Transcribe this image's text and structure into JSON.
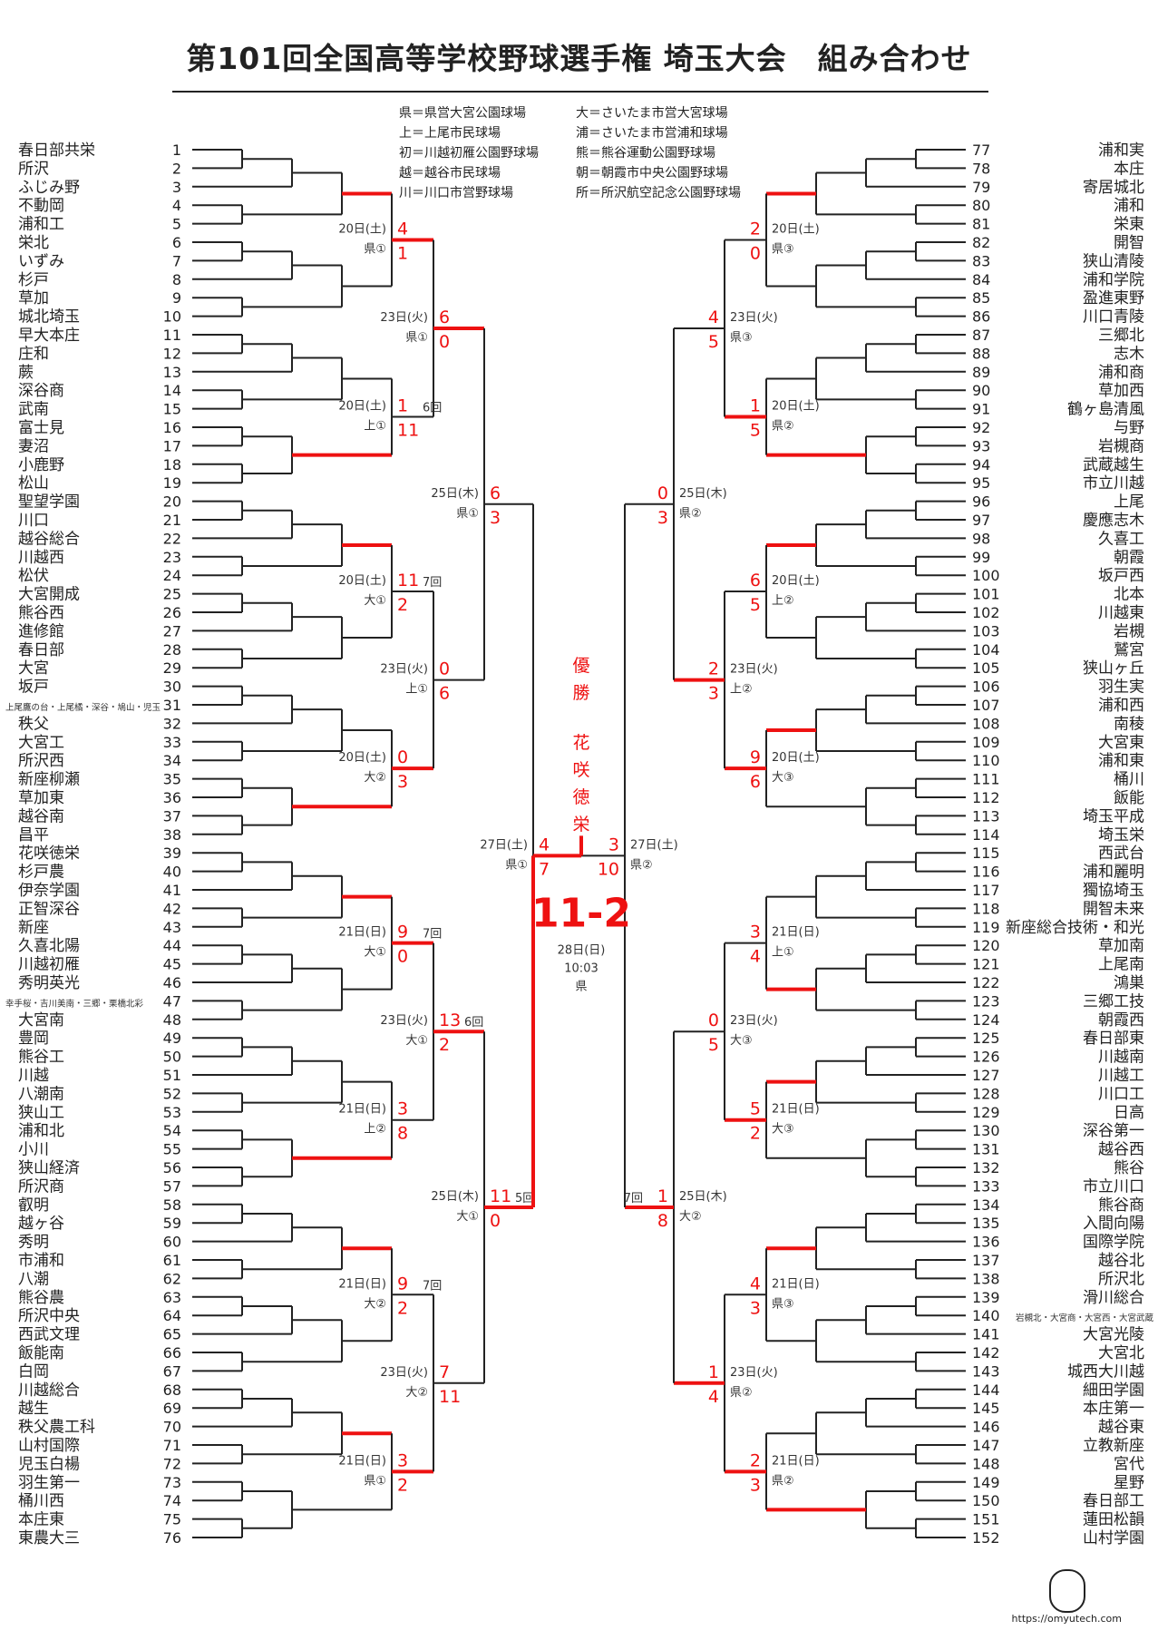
{
  "title": "第101回全国高等学校野球選手権 埼玉大会　組み合わせ",
  "legend": [
    "県＝県営大宮公園球場",
    "大＝さいたま市営大宮球場",
    "上＝上尾市民球場",
    "浦＝さいたま市営浦和球場",
    "初＝川越初雁公園野球場",
    "熊＝熊谷運動公園野球場",
    "越＝越谷市民球場",
    "朝＝朝霞市中央公園野球場",
    "川＝川口市営野球場",
    "所＝所沢航空記念公園野球場"
  ],
  "left": {
    "teams": [
      [
        "1",
        "春日部共栄"
      ],
      [
        "2",
        "所沢"
      ],
      [
        "3",
        "ふじみ野"
      ],
      [
        "4",
        "不動岡"
      ],
      [
        "5",
        "浦和工"
      ],
      [
        "6",
        "栄北"
      ],
      [
        "7",
        "いずみ"
      ],
      [
        "8",
        "杉戸"
      ],
      [
        "9",
        "草加"
      ],
      [
        "10",
        "城北埼玉"
      ],
      [
        "11",
        "早大本庄"
      ],
      [
        "12",
        "庄和"
      ],
      [
        "13",
        "蕨"
      ],
      [
        "14",
        "深谷商"
      ],
      [
        "15",
        "武南"
      ],
      [
        "16",
        "富士見"
      ],
      [
        "17",
        "妻沼"
      ],
      [
        "18",
        "小鹿野"
      ],
      [
        "19",
        "松山"
      ],
      [
        "20",
        "聖望学園"
      ],
      [
        "21",
        "川口"
      ],
      [
        "22",
        "越谷総合"
      ],
      [
        "23",
        "川越西"
      ],
      [
        "24",
        "松伏"
      ],
      [
        "25",
        "大宮開成"
      ],
      [
        "26",
        "熊谷西"
      ],
      [
        "27",
        "進修館"
      ],
      [
        "28",
        "春日部"
      ],
      [
        "29",
        "大宮"
      ],
      [
        "30",
        "坂戸"
      ],
      [
        "31",
        "上尾鷹の台・上尾橘・深谷・鳩山・児玉"
      ],
      [
        "32",
        "秩父"
      ],
      [
        "33",
        "大宮工"
      ],
      [
        "34",
        "所沢西"
      ],
      [
        "35",
        "新座柳瀬"
      ],
      [
        "36",
        "草加東"
      ],
      [
        "37",
        "越谷南"
      ],
      [
        "38",
        "昌平"
      ],
      [
        "39",
        "花咲徳栄"
      ],
      [
        "40",
        "杉戸農"
      ],
      [
        "41",
        "伊奈学園"
      ],
      [
        "42",
        "正智深谷"
      ],
      [
        "43",
        "新座"
      ],
      [
        "44",
        "久喜北陽"
      ],
      [
        "45",
        "川越初雁"
      ],
      [
        "46",
        "秀明英光"
      ],
      [
        "47",
        "幸手桜・吉川美南・三郷・栗橋北彩"
      ],
      [
        "48",
        "大宮南"
      ],
      [
        "49",
        "豊岡"
      ],
      [
        "50",
        "熊谷工"
      ],
      [
        "51",
        "川越"
      ],
      [
        "52",
        "八潮南"
      ],
      [
        "53",
        "狭山工"
      ],
      [
        "54",
        "浦和北"
      ],
      [
        "55",
        "小川"
      ],
      [
        "56",
        "狭山経済"
      ],
      [
        "57",
        "所沢商"
      ],
      [
        "58",
        "叡明"
      ],
      [
        "59",
        "越ヶ谷"
      ],
      [
        "60",
        "秀明"
      ],
      [
        "61",
        "市浦和"
      ],
      [
        "62",
        "八潮"
      ],
      [
        "63",
        "熊谷農"
      ],
      [
        "64",
        "所沢中央"
      ],
      [
        "65",
        "西武文理"
      ],
      [
        "66",
        "飯能南"
      ],
      [
        "67",
        "白岡"
      ],
      [
        "68",
        "川越総合"
      ],
      [
        "69",
        "越生"
      ],
      [
        "70",
        "秩父農工科"
      ],
      [
        "71",
        "山村国際"
      ],
      [
        "72",
        "児玉白楊"
      ],
      [
        "73",
        "羽生第一"
      ],
      [
        "74",
        "桶川西"
      ],
      [
        "75",
        "本庄東"
      ],
      [
        "76",
        "東農大三"
      ]
    ],
    "r4": [
      {
        "date": "20日(土)",
        "venue": "県①",
        "scores": [
          4,
          1
        ],
        "note": ""
      },
      {
        "date": "20日(土)",
        "venue": "上①",
        "scores": [
          1,
          11
        ],
        "note": "6回"
      },
      {
        "date": "20日(土)",
        "venue": "大①",
        "scores": [
          11,
          2
        ],
        "note": "7回"
      },
      {
        "date": "20日(土)",
        "venue": "大②",
        "scores": [
          0,
          3
        ],
        "note": ""
      },
      {
        "date": "21日(日)",
        "venue": "大①",
        "scores": [
          9,
          0
        ],
        "note": "7回"
      },
      {
        "date": "21日(日)",
        "venue": "上②",
        "scores": [
          3,
          8
        ],
        "note": ""
      },
      {
        "date": "21日(日)",
        "venue": "大②",
        "scores": [
          9,
          2
        ],
        "note": "7回"
      },
      {
        "date": "21日(日)",
        "venue": "県①",
        "scores": [
          3,
          2
        ],
        "note": ""
      }
    ],
    "r5": [
      {
        "date": "23日(火)",
        "venue": "県①",
        "scores": [
          6,
          0
        ],
        "note": ""
      },
      {
        "date": "23日(火)",
        "venue": "上①",
        "scores": [
          0,
          6
        ],
        "note": ""
      },
      {
        "date": "23日(火)",
        "venue": "大①",
        "scores": [
          13,
          2
        ],
        "note": "6回"
      },
      {
        "date": "23日(火)",
        "venue": "大②",
        "scores": [
          7,
          11
        ],
        "note": ""
      }
    ],
    "r6": [
      {
        "date": "25日(木)",
        "venue": "県①",
        "scores": [
          6,
          3
        ],
        "note": ""
      },
      {
        "date": "25日(木)",
        "venue": "大①",
        "scores": [
          11,
          0
        ],
        "note": "5回"
      }
    ],
    "semi": {
      "date": "27日(土)",
      "venue": "県①",
      "scores": [
        4,
        7
      ],
      "note": ""
    }
  },
  "right": {
    "teams": [
      [
        "77",
        "浦和実"
      ],
      [
        "78",
        "本庄"
      ],
      [
        "79",
        "寄居城北"
      ],
      [
        "80",
        "浦和"
      ],
      [
        "81",
        "栄東"
      ],
      [
        "82",
        "開智"
      ],
      [
        "83",
        "狭山清陵"
      ],
      [
        "84",
        "浦和学院"
      ],
      [
        "85",
        "盈進東野"
      ],
      [
        "86",
        "川口青陵"
      ],
      [
        "87",
        "三郷北"
      ],
      [
        "88",
        "志木"
      ],
      [
        "89",
        "浦和商"
      ],
      [
        "90",
        "草加西"
      ],
      [
        "91",
        "鶴ヶ島清風"
      ],
      [
        "92",
        "与野"
      ],
      [
        "93",
        "岩槻商"
      ],
      [
        "94",
        "武蔵越生"
      ],
      [
        "95",
        "市立川越"
      ],
      [
        "96",
        "上尾"
      ],
      [
        "97",
        "慶應志木"
      ],
      [
        "98",
        "久喜工"
      ],
      [
        "99",
        "朝霞"
      ],
      [
        "100",
        "坂戸西"
      ],
      [
        "101",
        "北本"
      ],
      [
        "102",
        "川越東"
      ],
      [
        "103",
        "岩槻"
      ],
      [
        "104",
        "鷲宮"
      ],
      [
        "105",
        "狭山ヶ丘"
      ],
      [
        "106",
        "羽生実"
      ],
      [
        "107",
        "浦和西"
      ],
      [
        "108",
        "南稜"
      ],
      [
        "109",
        "大宮東"
      ],
      [
        "110",
        "浦和東"
      ],
      [
        "111",
        "桶川"
      ],
      [
        "112",
        "飯能"
      ],
      [
        "113",
        "埼玉平成"
      ],
      [
        "114",
        "埼玉栄"
      ],
      [
        "115",
        "西武台"
      ],
      [
        "116",
        "浦和麗明"
      ],
      [
        "117",
        "獨協埼玉"
      ],
      [
        "118",
        "開智未来"
      ],
      [
        "119",
        "新座総合技術・和光"
      ],
      [
        "120",
        "草加南"
      ],
      [
        "121",
        "上尾南"
      ],
      [
        "122",
        "鴻巣"
      ],
      [
        "123",
        "三郷工技"
      ],
      [
        "124",
        "朝霞西"
      ],
      [
        "125",
        "春日部東"
      ],
      [
        "126",
        "川越南"
      ],
      [
        "127",
        "川越工"
      ],
      [
        "128",
        "川口工"
      ],
      [
        "129",
        "日高"
      ],
      [
        "130",
        "深谷第一"
      ],
      [
        "131",
        "越谷西"
      ],
      [
        "132",
        "熊谷"
      ],
      [
        "133",
        "市立川口"
      ],
      [
        "134",
        "熊谷商"
      ],
      [
        "135",
        "入間向陽"
      ],
      [
        "136",
        "国際学院"
      ],
      [
        "137",
        "越谷北"
      ],
      [
        "138",
        "所沢北"
      ],
      [
        "139",
        "滑川総合"
      ],
      [
        "140",
        "岩槻北・大宮商・大宮西・大宮武蔵"
      ],
      [
        "141",
        "大宮光陵"
      ],
      [
        "142",
        "大宮北"
      ],
      [
        "143",
        "城西大川越"
      ],
      [
        "144",
        "細田学園"
      ],
      [
        "145",
        "本庄第一"
      ],
      [
        "146",
        "越谷東"
      ],
      [
        "147",
        "立教新座"
      ],
      [
        "148",
        "宮代"
      ],
      [
        "149",
        "星野"
      ],
      [
        "150",
        "春日部工"
      ],
      [
        "151",
        "蓮田松韻"
      ],
      [
        "152",
        "山村学園"
      ]
    ],
    "r4": [
      {
        "date": "20日(土)",
        "venue": "県③",
        "scores": [
          2,
          0
        ],
        "note": ""
      },
      {
        "date": "20日(土)",
        "venue": "県②",
        "scores": [
          1,
          5
        ],
        "note": ""
      },
      {
        "date": "20日(土)",
        "venue": "上②",
        "scores": [
          6,
          5
        ],
        "note": ""
      },
      {
        "date": "20日(土)",
        "venue": "大③",
        "scores": [
          9,
          6
        ],
        "note": ""
      },
      {
        "date": "21日(日)",
        "venue": "上①",
        "scores": [
          3,
          4
        ],
        "note": ""
      },
      {
        "date": "21日(日)",
        "venue": "大③",
        "scores": [
          5,
          2
        ],
        "note": ""
      },
      {
        "date": "21日(日)",
        "venue": "県③",
        "scores": [
          4,
          3
        ],
        "note": ""
      },
      {
        "date": "21日(日)",
        "venue": "県②",
        "scores": [
          2,
          3
        ],
        "note": ""
      }
    ],
    "r5": [
      {
        "date": "23日(火)",
        "venue": "県③",
        "scores": [
          4,
          5
        ],
        "note": ""
      },
      {
        "date": "23日(火)",
        "venue": "上②",
        "scores": [
          2,
          3
        ],
        "note": ""
      },
      {
        "date": "23日(火)",
        "venue": "大③",
        "scores": [
          0,
          5
        ],
        "note": ""
      },
      {
        "date": "23日(火)",
        "venue": "県②",
        "scores": [
          1,
          4
        ],
        "note": ""
      }
    ],
    "r6": [
      {
        "date": "25日(木)",
        "venue": "県②",
        "scores": [
          0,
          3
        ],
        "note": ""
      },
      {
        "date": "25日(木)",
        "venue": "大②",
        "scores": [
          1,
          8
        ],
        "note": "7回"
      }
    ],
    "semi": {
      "date": "27日(土)",
      "venue": "県②",
      "scores": [
        3,
        10
      ],
      "note": ""
    }
  },
  "final": {
    "champion_label": "優勝",
    "champion": "花咲徳栄",
    "score": "11-2",
    "date": "28日(日)",
    "time": "10:03",
    "venue": "県"
  },
  "watermark": "https://omyutech.com",
  "colors": {
    "win": "#ee1111",
    "line": "#222222"
  }
}
